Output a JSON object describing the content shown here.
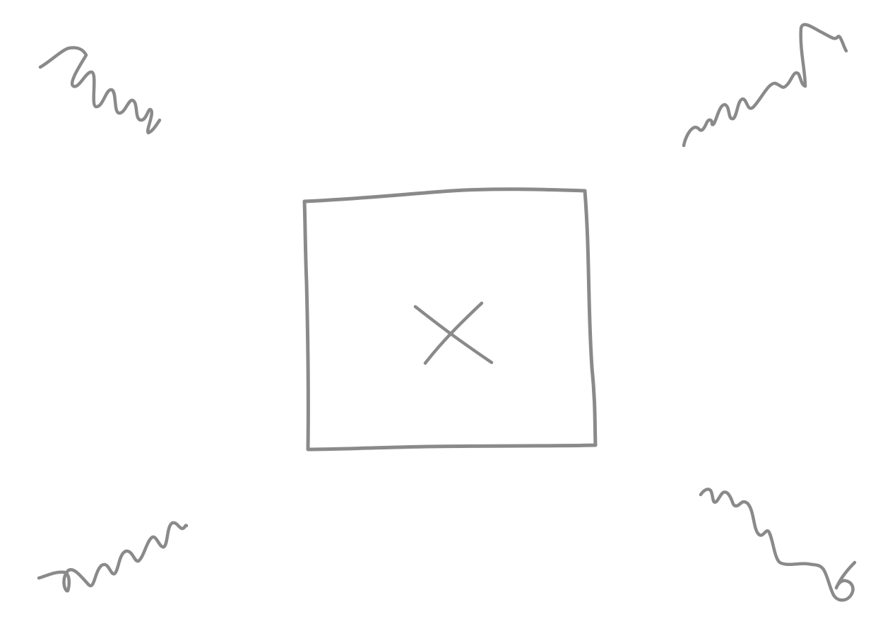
{
  "canvas": {
    "background_color": "#ffffff"
  },
  "sketch": {
    "stroke_color": "#8a8a8a",
    "elements": [
      {
        "kind": "box",
        "name": "center-box"
      },
      {
        "kind": "icon",
        "name": "close-icon"
      },
      {
        "kind": "squiggle",
        "name": "squiggle-top-left"
      },
      {
        "kind": "squiggle",
        "name": "squiggle-top-right"
      },
      {
        "kind": "squiggle",
        "name": "squiggle-bottom-left"
      },
      {
        "kind": "squiggle",
        "name": "squiggle-bottom-right"
      }
    ]
  }
}
